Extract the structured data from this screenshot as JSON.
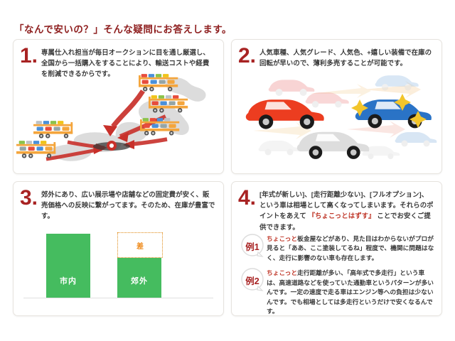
{
  "header": {
    "title": "「なんで安いの？」そんな疑問にお答えします。",
    "title_color": "#8f2020"
  },
  "panels": [
    {
      "number": "1.",
      "text": "専属仕入れ担当が毎日オークションに目を通し厳選し、全国から一括購入をすることにより、輸送コストや経費を削減できるからです。",
      "illustration": "japan-map-with-car-carrier-trucks-and-red-arrows"
    },
    {
      "number": "2.",
      "text": "人気車種、人気グレード、人気色、+嬉しい装備で在庫の回転が早いので、薄利多売することが可能です。",
      "illustration": "red-blue-gray-cars-with-motion-arrows"
    },
    {
      "number": "3.",
      "text": "郊外にあり、広い展示場や店舗などの固定費が安く、販売価格への反映に繋がってます。そのため、在庫が豊富です。",
      "illustration": "bar-chart-city-vs-suburb"
    },
    {
      "number": "4.",
      "text_parts": [
        {
          "t": "[年式が新しい]、[走行距離少ない]、[フルオプション]、という車は相場として高くなってしまいます。それらのポイントをあえて ",
          "hl": false
        },
        {
          "t": "『ちょこっとはずす』",
          "hl": true
        },
        {
          "t": " ことでお安くご提供できます。",
          "hl": false
        }
      ],
      "examples": [
        {
          "badge": "例1",
          "lead": "ちょこっと",
          "text": "板金屋などがあり、見た目はわからないがプロが見ると「ああ、ここ塗装してるね」程度で、機関に問題はなく、走行に影響のない車も存在します。"
        },
        {
          "badge": "例2",
          "lead": "ちょこっと",
          "text": "走行距離が多い、「高年式で多走行」という車は、高速道路などを使っていた通勤車というパターンが多いんです。一定の速度で走る車はエンジン等への負担は少ないんです。でも相場としては多走行というだけで安くなるんです。"
        }
      ]
    }
  ],
  "chart_data": {
    "type": "bar",
    "title": "",
    "categories": [
      "市内",
      "郊外"
    ],
    "values": [
      100,
      62
    ],
    "series": [
      {
        "name": "固定費",
        "values": [
          100,
          62
        ]
      }
    ],
    "annotation": {
      "label": "差",
      "label_color": "#ef8a1b",
      "box_border_color": "#e08a16",
      "from_value": 62,
      "to_value": 100
    },
    "bar_color": "#45bc5f",
    "bar_label_color": "#ffffff",
    "xlabel": "",
    "ylabel": "",
    "ylim": [
      0,
      115
    ],
    "grid": false,
    "legend": "none"
  },
  "colors": {
    "accent_red": "#c0392b",
    "number_red": "#a82323",
    "green": "#45bc5f",
    "orange": "#ef8a1b",
    "panel_border": "#e6e3de"
  }
}
